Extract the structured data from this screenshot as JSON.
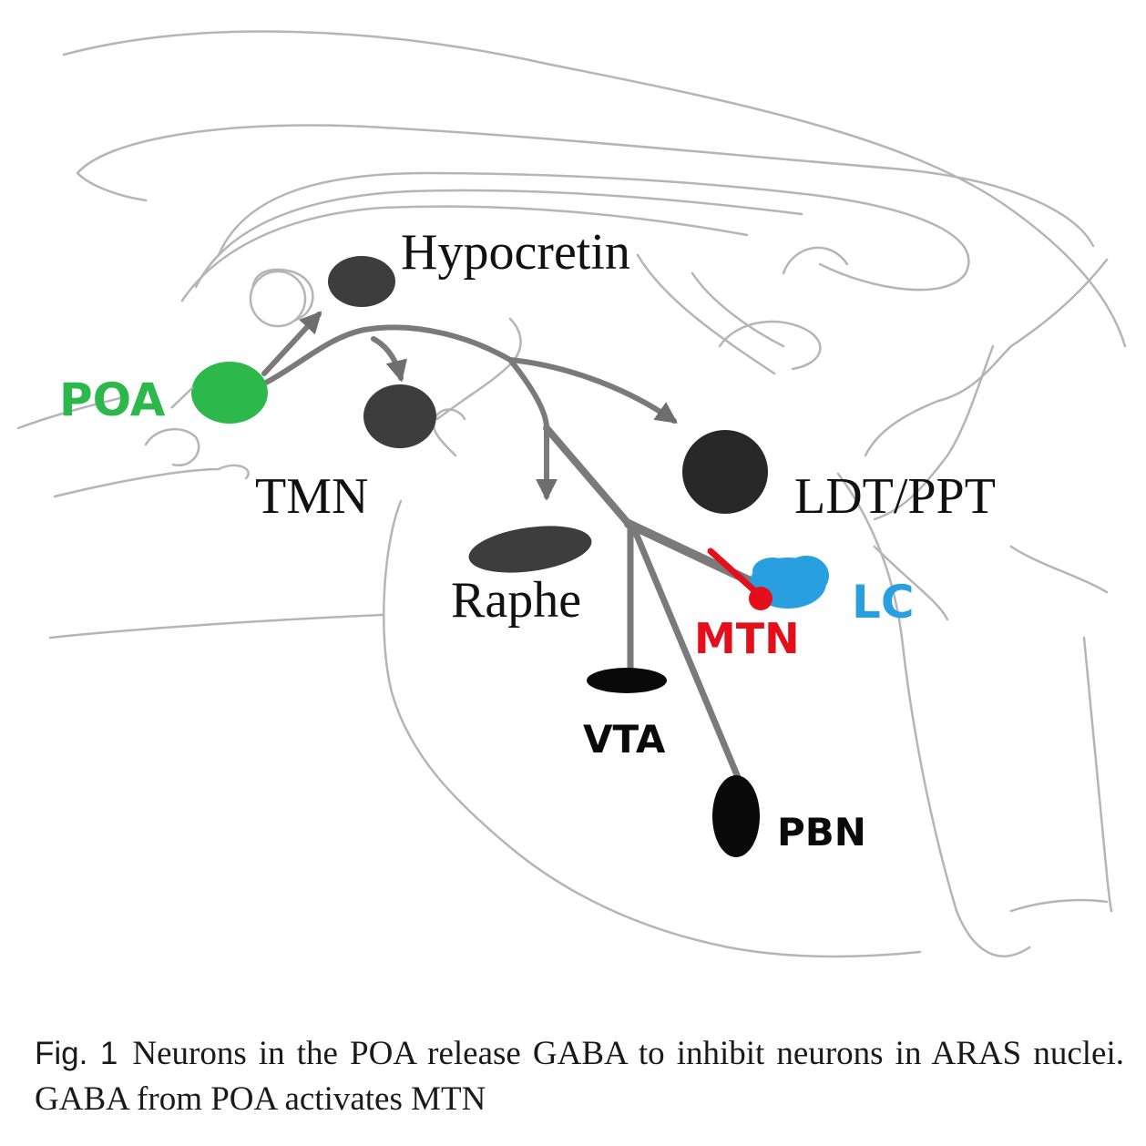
{
  "figure": {
    "labels": {
      "hypocretin": "Hypocretin",
      "poa": "POA",
      "tmn": "TMN",
      "ldt_ppt": "LDT/PPT",
      "raphe": "Raphe",
      "lc": "LC",
      "mtn": "MTN",
      "vta": "VTA",
      "pbn": "PBN"
    },
    "colors": {
      "poa": "#2db84b",
      "lc": "#2a9fe0",
      "mtn": "#e3101c",
      "nucleus_dark": "#3d3d3d",
      "nucleus_black": "#0a0a0a",
      "pathway": "#7a7a7a",
      "outline": "#b5b5b5"
    }
  },
  "caption": {
    "fig_number": "Fig. 1",
    "text": "Neurons in the POA release GABA to inhibit neurons in ARAS nuclei. GABA from POA activates MTN"
  }
}
